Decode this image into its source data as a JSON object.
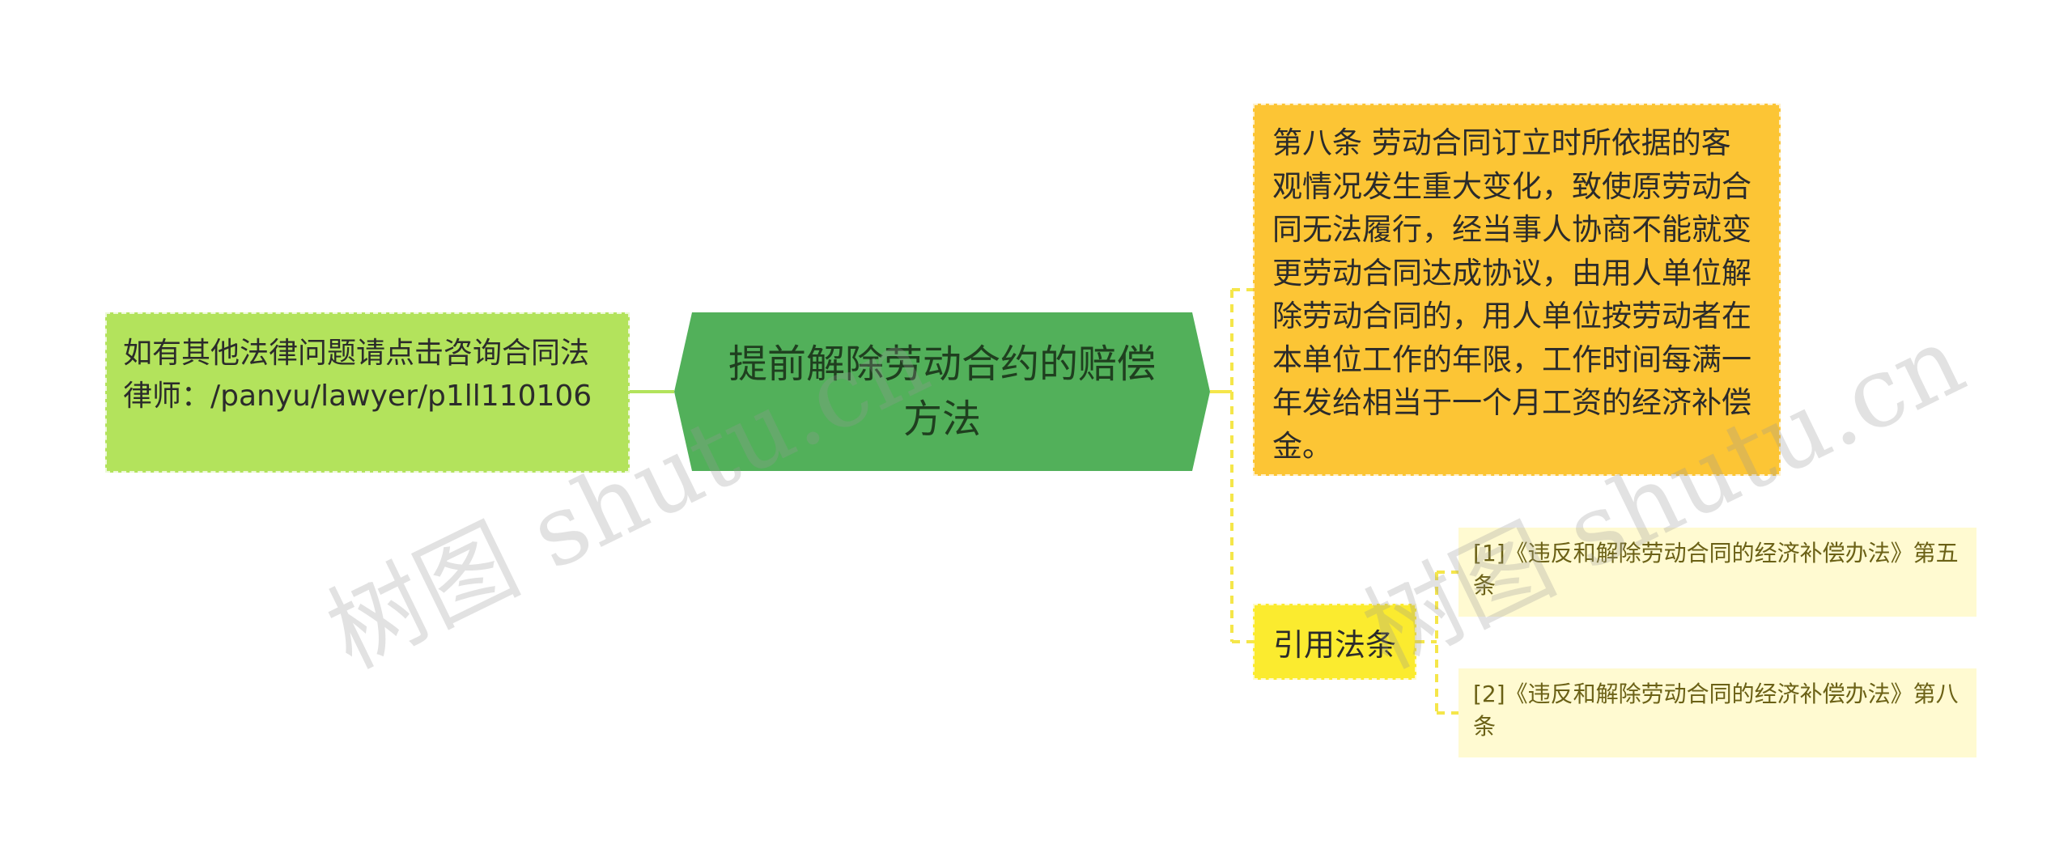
{
  "mindmap": {
    "center": {
      "title": "提前解除劳动合约的赔偿方法",
      "color": "#52b05a"
    },
    "left": {
      "text": "如有其他法律问题请点击咨询合同法律师：/panyu/lawyer/p1ll110106",
      "color": "#b3e35c"
    },
    "right": {
      "article": {
        "text": "第八条 劳动合同订立时所依据的客观情况发生重大变化，致使原劳动合同无法履行，经当事人协商不能就变更劳动合同达成协议，由用人单位解除劳动合同的，用人单位按劳动者在本单位工作的年限，工作时间每满一年发给相当于一个月工资的经济补偿金。",
        "color": "#fcc535"
      },
      "references": {
        "label": "引用法条",
        "color": "#fbeb2f",
        "items": [
          "[1]《违反和解除劳动合同的经济补偿办法》第五条",
          "[2]《违反和解除劳动合同的经济补偿办法》第八条"
        ],
        "item_color": "#fffad1"
      }
    },
    "connector_color": "#f5e64a",
    "left_connector_color": "#b3e35c"
  },
  "watermarks": [
    "树图 shutu.cn",
    "树图 shutu.cn"
  ]
}
